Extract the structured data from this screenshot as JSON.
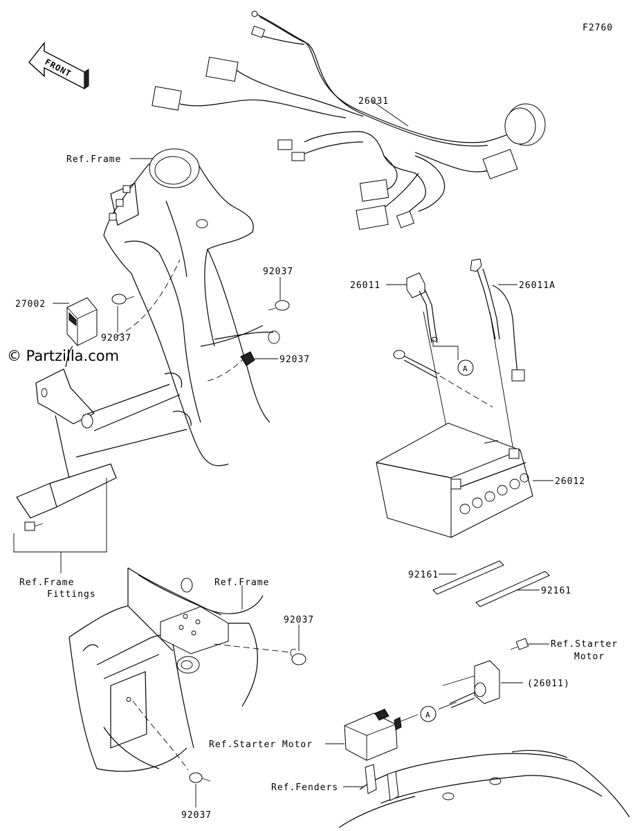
{
  "figure_code": "F2760",
  "front_arrow_label": "FRONT",
  "watermark": "© Partzilla.com",
  "labels": {
    "harness": "26031",
    "ref_frame_top": "Ref.Frame",
    "relay": "27002",
    "clamp_a": "92037",
    "clamp_b": "92037",
    "clamp_c": "92037",
    "cable_pos": "26011",
    "cable_neg": "26011A",
    "callout_a_top": "A",
    "battery": "26012",
    "frame_fittings_1": "Ref.Frame",
    "frame_fittings_2": "Fittings",
    "ref_frame_lower": "Ref.Frame",
    "clamp_d": "92037",
    "strip_1": "92161",
    "strip_2": "92161",
    "starter_motor_right_1": "Ref.Starter",
    "starter_motor_right_2": "Motor",
    "cable_pos_ref": "(26011)",
    "callout_a_bottom": "A",
    "starter_motor_left": "Ref.Starter Motor",
    "fenders": "Ref.Fenders",
    "clamp_e": "92037"
  }
}
